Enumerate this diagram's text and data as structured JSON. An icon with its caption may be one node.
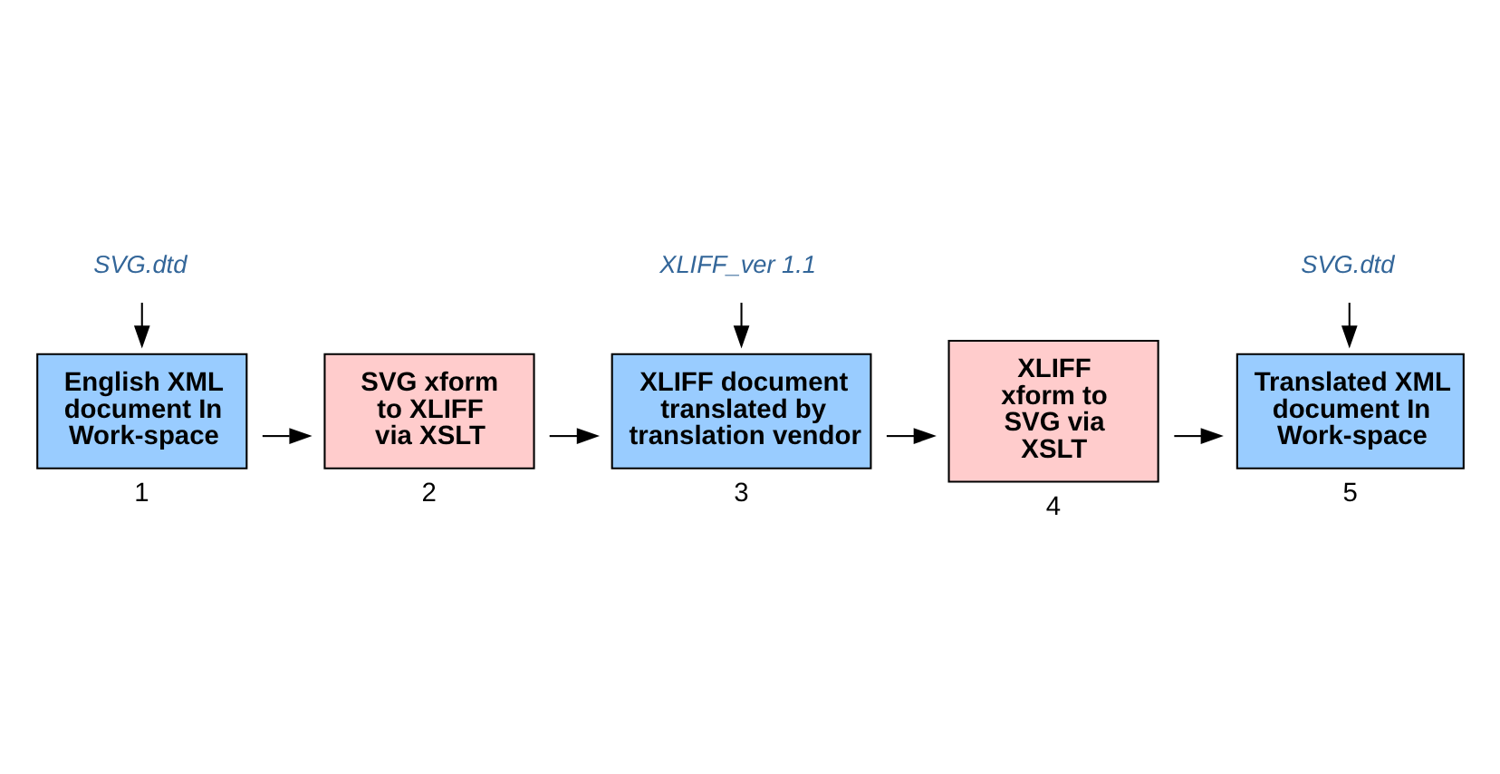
{
  "diagram": {
    "nodes": [
      {
        "text": [
          "SVG.dtd"
        ]
      },
      {
        "text": [
          "English XML document In Work-space"
        ],
        "beside": [
          "1"
        ]
      },
      {
        "text": [
          "SVG xform to XLIFF via XSLT"
        ],
        "beside": [
          "2"
        ]
      },
      {
        "text": [
          "XLIFF_ver 1.1"
        ]
      },
      {
        "text": [
          "XLIFF document translated by translation vendor"
        ],
        "beside": [
          "3"
        ]
      },
      {
        "text": [
          "XLIFF xform to SVG via XSLT"
        ],
        "beside": [
          "4"
        ]
      },
      {
        "text": [
          "SVG.dtd"
        ]
      },
      {
        "text": [
          "Translated XML document In Work-space"
        ],
        "beside": [
          "5"
        ]
      }
    ],
    "edges": [
      {
        "from": 0,
        "to": 1,
        "arrow": "to"
      },
      {
        "from": 1,
        "to": 2,
        "arrow": "to"
      },
      {
        "from": 2,
        "to": 4,
        "arrow": "to"
      },
      {
        "from": 3,
        "to": 4,
        "arrow": "to"
      },
      {
        "from": 4,
        "to": 5,
        "arrow": "to"
      },
      {
        "from": 5,
        "to": 7,
        "arrow": "to"
      },
      {
        "from": 6,
        "to": 7,
        "arrow": "to"
      }
    ]
  }
}
